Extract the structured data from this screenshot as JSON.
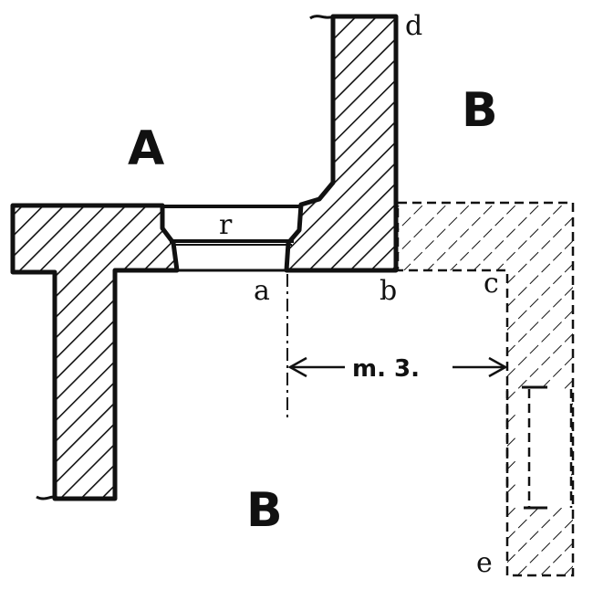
{
  "diagram": {
    "region_labels": {
      "a_upper_left": "A",
      "b_upper_right": "B",
      "b_lower": "B"
    },
    "opening_label": "r",
    "point_labels": {
      "a": "a",
      "b": "b",
      "c": "c",
      "d": "d",
      "e": "e"
    },
    "dimension_label": "m. 3."
  },
  "colors": {
    "ink": "#111111",
    "paper": "#ffffff"
  }
}
